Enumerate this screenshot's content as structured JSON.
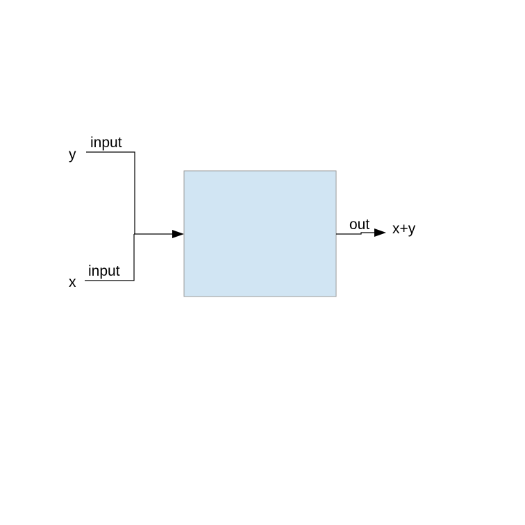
{
  "inputs": {
    "y": {
      "var_label": "y",
      "port_label": "input"
    },
    "x": {
      "var_label": "x",
      "port_label": "input"
    }
  },
  "output": {
    "port_label": "out",
    "value_label": "x+y"
  },
  "colors": {
    "block_fill": "#d1e5f3",
    "block_stroke": "#9a9a9a",
    "line": "#000000",
    "background": "#ffffff"
  }
}
